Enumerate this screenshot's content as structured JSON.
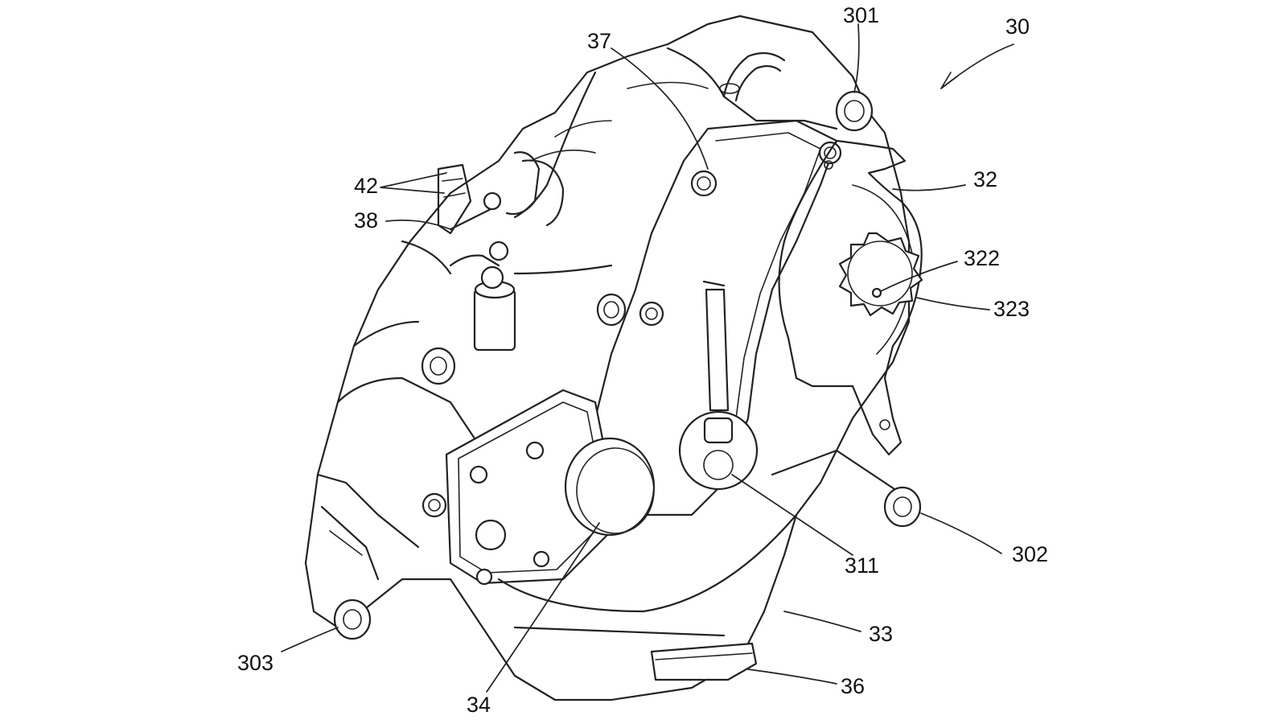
{
  "figure": {
    "labels": {
      "l30": "30",
      "l301": "301",
      "l37": "37",
      "l42": "42",
      "l38": "38",
      "l32": "32",
      "l322": "322",
      "l323": "323",
      "l302": "302",
      "l311": "311",
      "l303": "303",
      "l33": "33",
      "l34": "34",
      "l36": "36"
    }
  }
}
